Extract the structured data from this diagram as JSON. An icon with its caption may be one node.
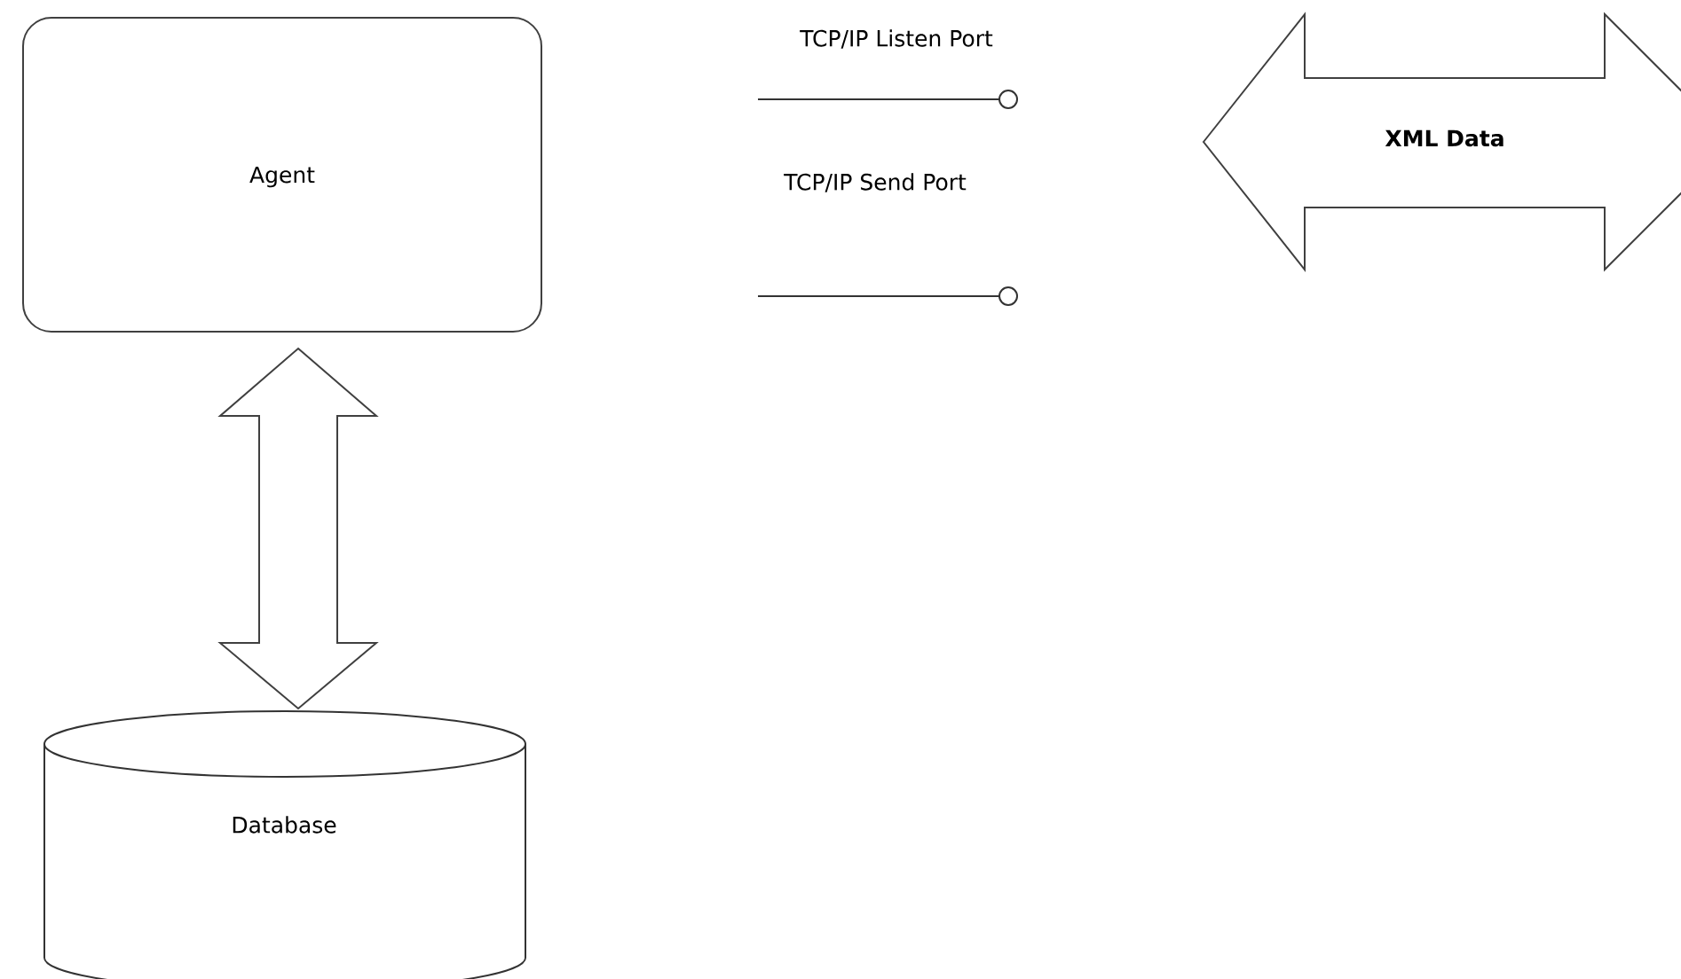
{
  "diagram": {
    "nodes": [
      {
        "text": [
          "Agent"
        ]
      },
      {
        "text": [
          "Database"
        ]
      },
      {
        "text": [
          "XML Data"
        ]
      }
    ],
    "edges": [
      {
        "from": 0,
        "to": 1,
        "arrow": "both"
      }
    ],
    "labels": [
      "TCP/IP Listen Port",
      "TCP/IP Send Port"
    ]
  }
}
